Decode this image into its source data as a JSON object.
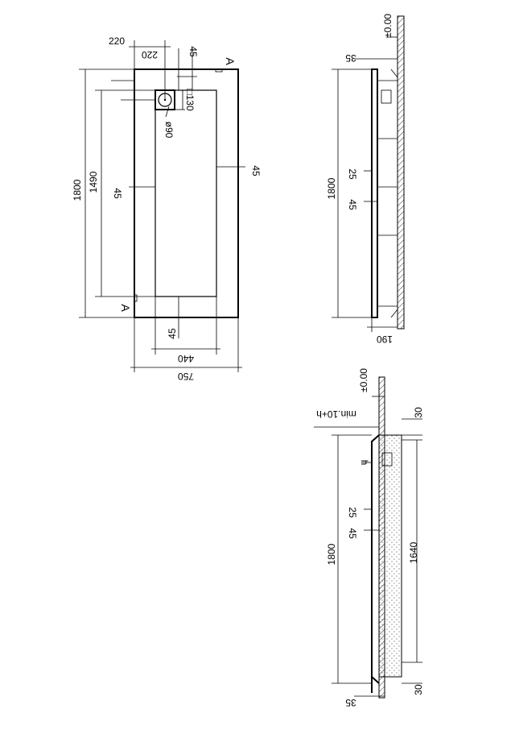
{
  "plan": {
    "width_total": "750",
    "inner_width": "440",
    "length_total": "1800",
    "inner_length": "1490",
    "offset_top": "220",
    "drain_offset": "220",
    "margin_top_right": "45",
    "margin_left": "45",
    "margin_right": "45",
    "margin_bottom": "45",
    "drain_diameter": "ø90",
    "drain_square": "□130",
    "section_mark": "A"
  },
  "side": {
    "zero_level": "±0.00",
    "top_dim": "35",
    "length": "1800",
    "thickness_a": "25",
    "thickness_b": "45",
    "depth": "190"
  },
  "section": {
    "zero_level": "±0.00",
    "min_height": "min.10+h",
    "top_offset": "30",
    "bottom_offset": "30",
    "h_label": "h",
    "thickness_a": "25",
    "thickness_b": "45",
    "length": "1800",
    "inner_length": "1640",
    "bottom_dim": "35"
  }
}
